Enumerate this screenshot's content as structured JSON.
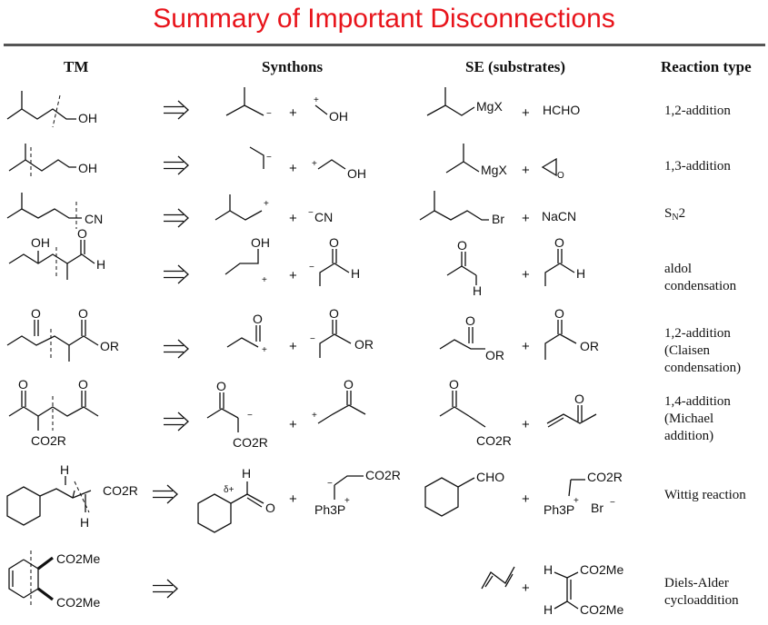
{
  "title": "Summary of Important Disconnections",
  "headers": {
    "tm": "TM",
    "synthons": "Synthons",
    "substrates": "SE (substrates)",
    "reaction_type": "Reaction type"
  },
  "rows": [
    {
      "reaction_type": "1,2-addition",
      "synthon_b": "OH",
      "substrate_a": "MgX",
      "substrate_b": "HCHO"
    },
    {
      "reaction_type": "1,3-addition",
      "substrate_a": "MgX"
    },
    {
      "reaction_type": "SN2",
      "tm": "CN",
      "synthon_b": "CN",
      "substrate_a": "Br",
      "substrate_b": "NaCN"
    },
    {
      "reaction_type": "aldol\ncondensation"
    },
    {
      "reaction_type": "1,2-addition\n(Claisen\ncondensation)",
      "group": "OR"
    },
    {
      "reaction_type": "1,4-addition\n(Michael\naddition)",
      "group": "CO2R"
    },
    {
      "reaction_type": "Wittig reaction",
      "group": "CO2R",
      "substrate_a": "CHO",
      "phosphonium": "Ph3P",
      "counterion": "Br"
    },
    {
      "reaction_type": "Diels-Alder\ncycloaddition",
      "group": "CO2Me"
    }
  ]
}
